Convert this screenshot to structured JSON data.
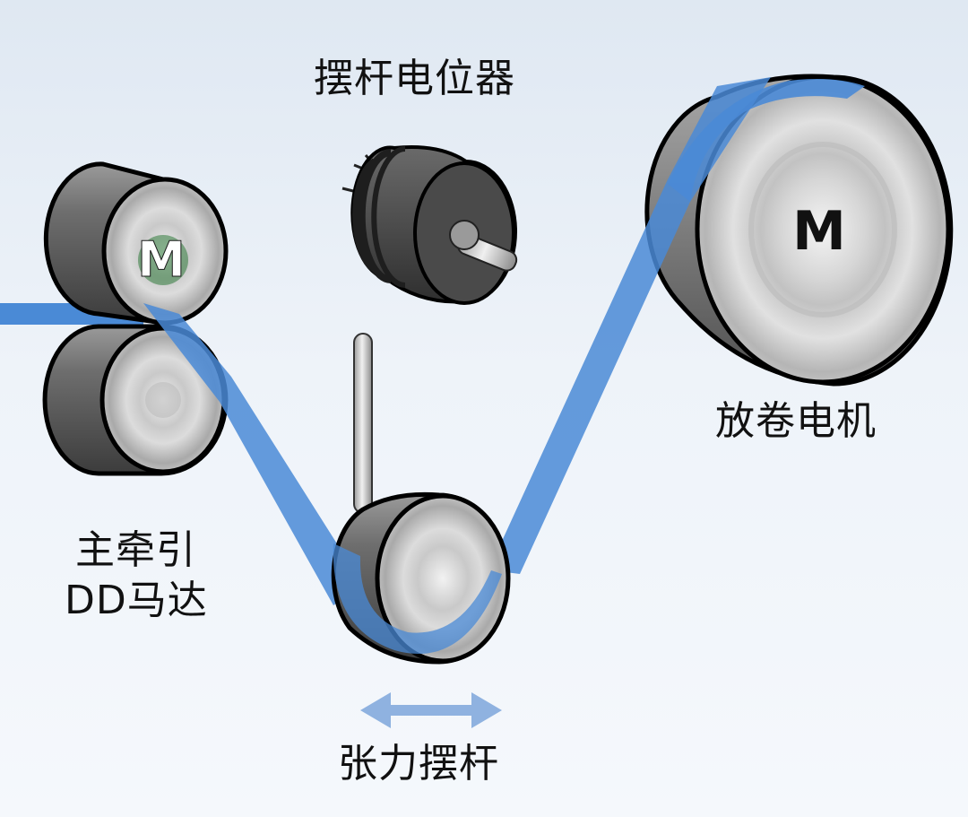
{
  "labels": {
    "potentiometer": "摆杆电位器",
    "unwind_motor": "放卷电机",
    "main_traction": [
      "主牵引",
      "DD马达"
    ],
    "tension_arm": "张力摆杆"
  },
  "motor_marks": {
    "main": "M",
    "unwind": "M"
  },
  "colors": {
    "web": "#4a8ad6",
    "arrow": "#8fb2e0"
  }
}
